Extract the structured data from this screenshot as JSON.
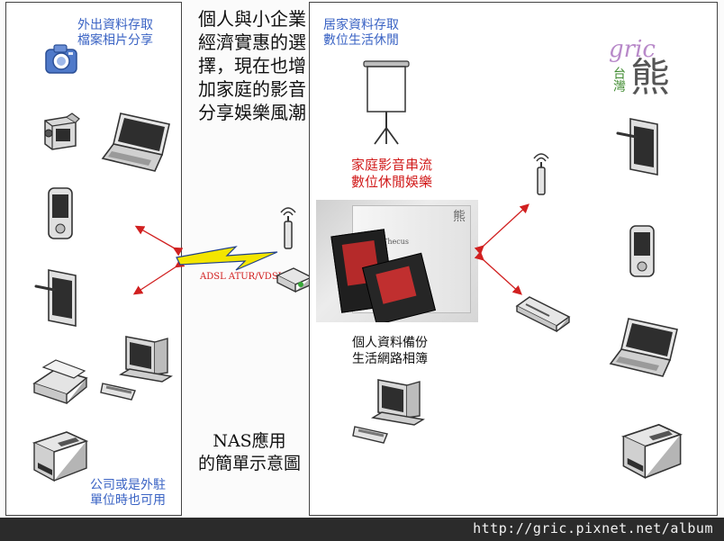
{
  "left_panel": {
    "top_label_line1": "外出資料存取",
    "top_label_line2": "檔案相片分享",
    "bottom_label_line1": "公司或是外駐",
    "bottom_label_line2": "單位時也可用"
  },
  "center": {
    "headline_lines": [
      "個人與小企業",
      "經濟實惠的選",
      "擇，現在也增",
      "加家庭的影音",
      "分享娛樂風潮"
    ],
    "adsl_label": "ADSL ATUR/VDSL",
    "caption_line1": "NAS應用",
    "caption_line2": "的簡單示意圖"
  },
  "right_panel": {
    "top_label_line1": "居家資料存取",
    "top_label_line2": "數位生活休閒",
    "media_label_line1": "家庭影音串流",
    "media_label_line2": "數位休閒娛樂",
    "backup_label_line1": "個人資料備份",
    "backup_label_line2": "生活網路相簿",
    "nas_brand": "Thecus"
  },
  "watermark": {
    "script_text": "gric",
    "chinese_glyph": "熊",
    "small_text": "台灣"
  },
  "footer": {
    "url": "http://gric.pixnet.net/album"
  },
  "colors": {
    "blue_text": "#3a63c4",
    "red_text": "#d11b1b",
    "arrow_red": "#d12020",
    "lightning_yellow": "#f3e500",
    "footer_bg": "#2b2b2b"
  }
}
